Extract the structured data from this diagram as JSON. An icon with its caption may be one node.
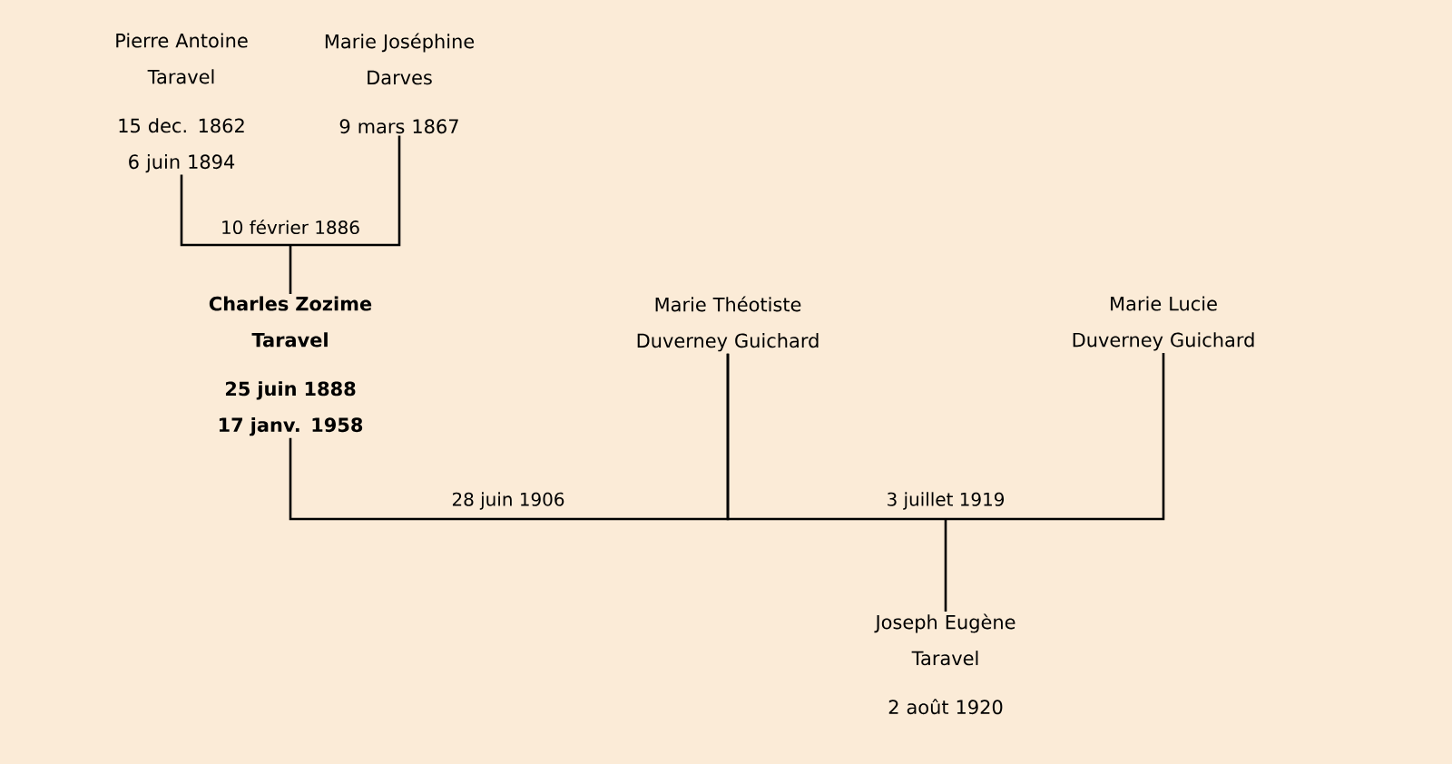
{
  "diagram": {
    "nodes": [
      {
        "text": [
          "Pierre Antoine Taravel",
          "15 dec. 1862",
          "6 juin 1894"
        ]
      },
      {
        "text": [
          "Marie Joséphine Darves",
          "9 mars 1867"
        ]
      },
      {
        "text": [
          "Charles Zozime Taravel",
          "25 juin 1888",
          "17 janv. 1958"
        ]
      },
      {
        "text": [
          "Marie Théotiste Duverney Guichard"
        ]
      },
      {
        "text": [
          "Marie Lucie Duverney Guichard"
        ]
      },
      {
        "text": [
          "Joseph Eugène Taravel",
          "2 août 1920"
        ]
      }
    ],
    "edges": [
      {
        "from": 0,
        "to": 1,
        "arrow": "none",
        "label": "10 février 1886"
      },
      {
        "from": null,
        "to": 2,
        "arrow": "none"
      },
      {
        "from": 2,
        "to": 3,
        "arrow": "none",
        "label": "28 juin 1906"
      },
      {
        "from": 3,
        "to": 4,
        "arrow": "none",
        "label": "3 juillet 1919"
      },
      {
        "from": null,
        "to": 5,
        "arrow": "none"
      }
    ]
  }
}
